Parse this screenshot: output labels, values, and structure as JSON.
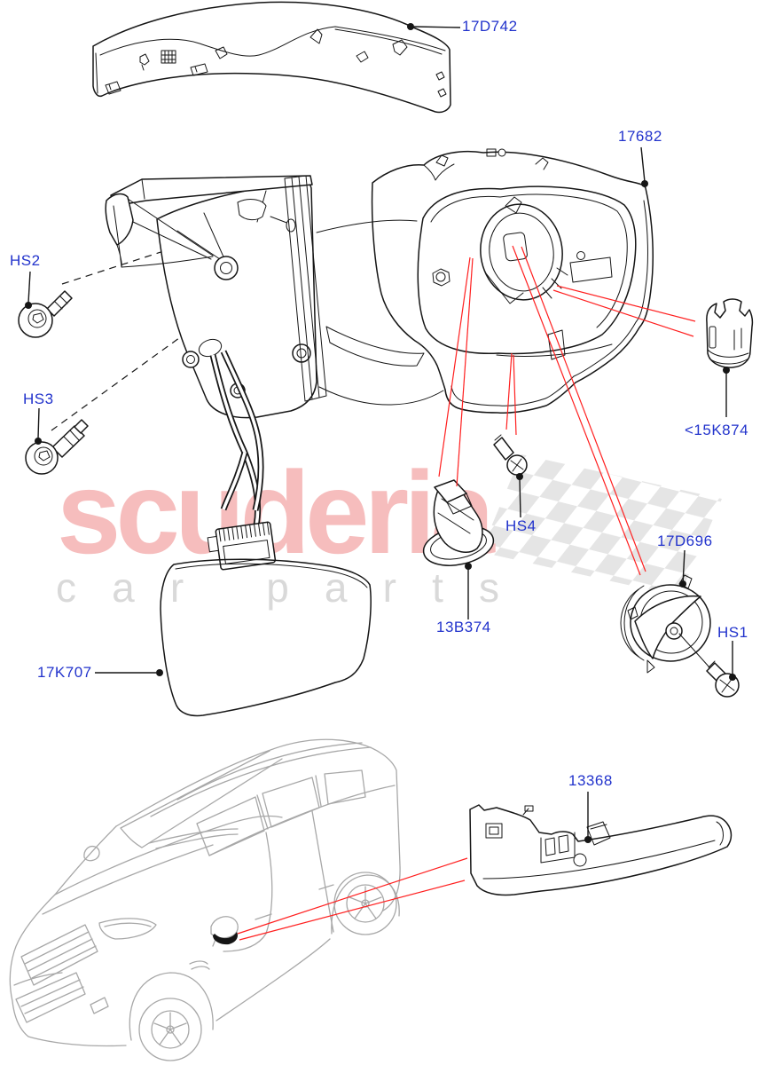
{
  "diagram": {
    "description": "Exterior rear view mirror exploded parts diagram",
    "labels": {
      "cover": "17D742",
      "housing": "17682",
      "screw_hs2": "HS2",
      "screw_hs3": "HS3",
      "glass": "17K707",
      "grommet": "13B374",
      "screw_hs4": "HS4",
      "motor": "17D696",
      "screw_hs1": "HS1",
      "clip": "<15K874",
      "lamp": "13368"
    },
    "colors": {
      "label_blue": "#2233cc",
      "leader_red": "#ff1f1f",
      "line_black": "#161616",
      "vehicle_gray": "#a8a8a8",
      "brand_pink": "#f6bdbd",
      "tagline_gray": "#d9d9d9"
    }
  },
  "watermark": {
    "brand": "scuderia",
    "tagline": "car parts"
  }
}
